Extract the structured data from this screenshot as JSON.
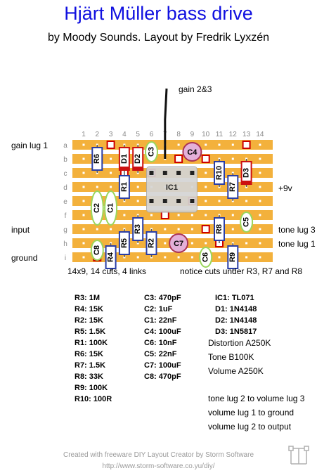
{
  "title": "Hjärt Müller bass drive",
  "subtitle": "by Moody Sounds. Layout by Fredrik Lyxzén",
  "board": {
    "columns": [
      "1",
      "2",
      "3",
      "4",
      "5",
      "6",
      "7",
      "8",
      "9",
      "10",
      "11",
      "12",
      "13",
      "14"
    ],
    "rows": [
      "a",
      "b",
      "c",
      "d",
      "e",
      "f",
      "g",
      "h",
      "i"
    ],
    "strip_color": "#f3b13c",
    "cut_color": "#cc0000",
    "resistor_color": "#2a3ea6",
    "cap_film_color": "#9ad65c",
    "cap_elec_color": "#e4b0d8",
    "ic_color": "#d4d4d4",
    "components": {
      "R6": "R6",
      "D1": "D1",
      "D2": "D2",
      "C3": "C3",
      "C4": "C4",
      "R10": "R10",
      "D3": "D3",
      "R1": "R1",
      "R7": "R7",
      "IC1": "IC1",
      "C2": "C2",
      "C1": "C1",
      "C5": "C5",
      "R3": "R3",
      "R8": "R8",
      "R5": "R5",
      "R2": "R2",
      "R9": "R9",
      "C7": "C7",
      "C8": "C8",
      "R4": "R4",
      "C6": "C6"
    }
  },
  "labels": {
    "gain23": "gain 2&3",
    "gain_lug1": "gain lug 1",
    "nine_v": "+9v",
    "input": "input",
    "tone_lug3": "tone lug 3",
    "tone_lug1": "tone lug 1",
    "ground": "ground",
    "summary": "14x9, 14 cuts, 4 links",
    "cuts_note": "notice cuts under R3, R7 and R8"
  },
  "bom": {
    "col1": [
      "R3: 1M",
      "R4: 15K",
      "R2: 15K",
      "R5: 1.5K",
      "R1: 100K",
      "R6: 15K",
      "R7: 1.5K",
      "R8: 33K",
      "R9: 100K",
      "R10: 100R"
    ],
    "col2": [
      "C3: 470pF",
      "C2: 1uF",
      "C1: 22nF",
      "C4: 100uF",
      "C6: 10nF",
      "C5: 22nF",
      "C7: 100uF",
      "C8: 470pF"
    ],
    "col3": [
      "IC1: TL071",
      "D1: 1N4148",
      "D2: 1N4148",
      "D3: 1N5817"
    ]
  },
  "pots": [
    "Distortion A250K",
    "Tone B100K",
    "Volume A250K"
  ],
  "wiring": [
    "tone lug 2 to volume lug 3",
    "volume lug 1 to ground",
    "volume lug 2 to output"
  ],
  "footer": {
    "line1": "Created with freeware DIY Layout Creator by Storm Software",
    "line2": "http://www.storm-software.co.yu/diy/"
  }
}
